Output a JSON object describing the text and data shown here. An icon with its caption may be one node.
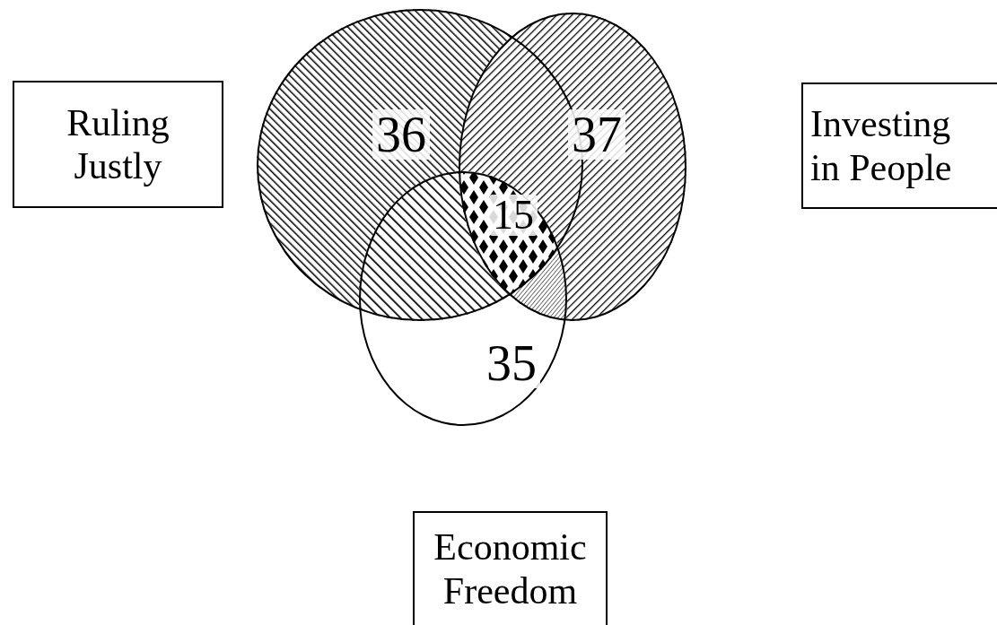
{
  "diagram": {
    "nodes": [
      {
        "text": [
          "Ruling Justly"
        ]
      },
      {
        "text": [
          "Investing in People"
        ]
      },
      {
        "text": [
          "Economic Freedom"
        ]
      },
      {
        "text": [],
        "shape": "circle"
      },
      {
        "text": [],
        "shape": "circle"
      },
      {
        "text": [],
        "shape": "circle"
      }
    ],
    "labels": [
      "36",
      "37",
      "15",
      "35"
    ]
  }
}
